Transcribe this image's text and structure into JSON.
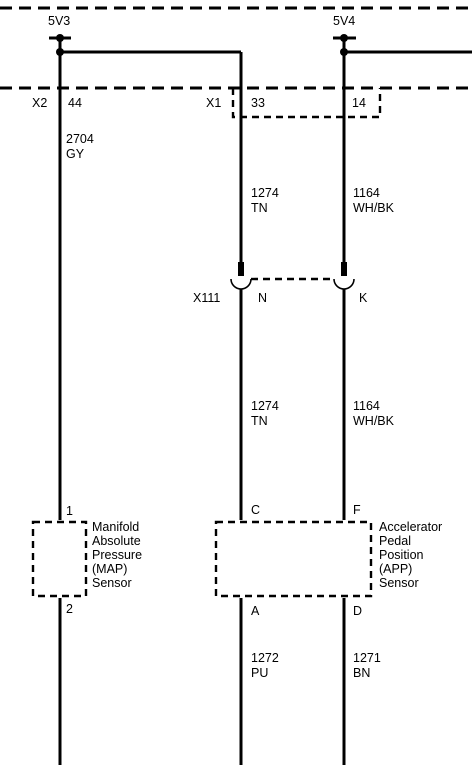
{
  "supplies": {
    "left": "5V3",
    "right": "5V4"
  },
  "connector_x2": {
    "name": "X2",
    "pin": "44"
  },
  "connector_x1": {
    "name": "X1",
    "pin_left": "33",
    "pin_right": "14"
  },
  "wires": {
    "map_supply": {
      "circuit": "2704",
      "color": "GY"
    },
    "tn_upper": {
      "circuit": "1274",
      "color": "TN"
    },
    "whbk_upper": {
      "circuit": "1164",
      "color": "WH/BK"
    },
    "tn_lower": {
      "circuit": "1274",
      "color": "TN"
    },
    "whbk_lower": {
      "circuit": "1164",
      "color": "WH/BK"
    },
    "pu": {
      "circuit": "1272",
      "color": "PU"
    },
    "bn": {
      "circuit": "1271",
      "color": "BN"
    }
  },
  "inline_x111": {
    "name": "X111",
    "pin_left": "N",
    "pin_right": "K"
  },
  "map_sensor": {
    "pin_top": "1",
    "pin_bottom": "2",
    "label_lines": [
      "Manifold",
      "Absolute",
      "Pressure",
      "(MAP)",
      "Sensor"
    ]
  },
  "app_sensor": {
    "pin_c": "C",
    "pin_f": "F",
    "pin_a": "A",
    "pin_d": "D",
    "label_lines": [
      "Accelerator",
      "Pedal",
      "Position",
      "(APP)",
      "Sensor"
    ]
  }
}
